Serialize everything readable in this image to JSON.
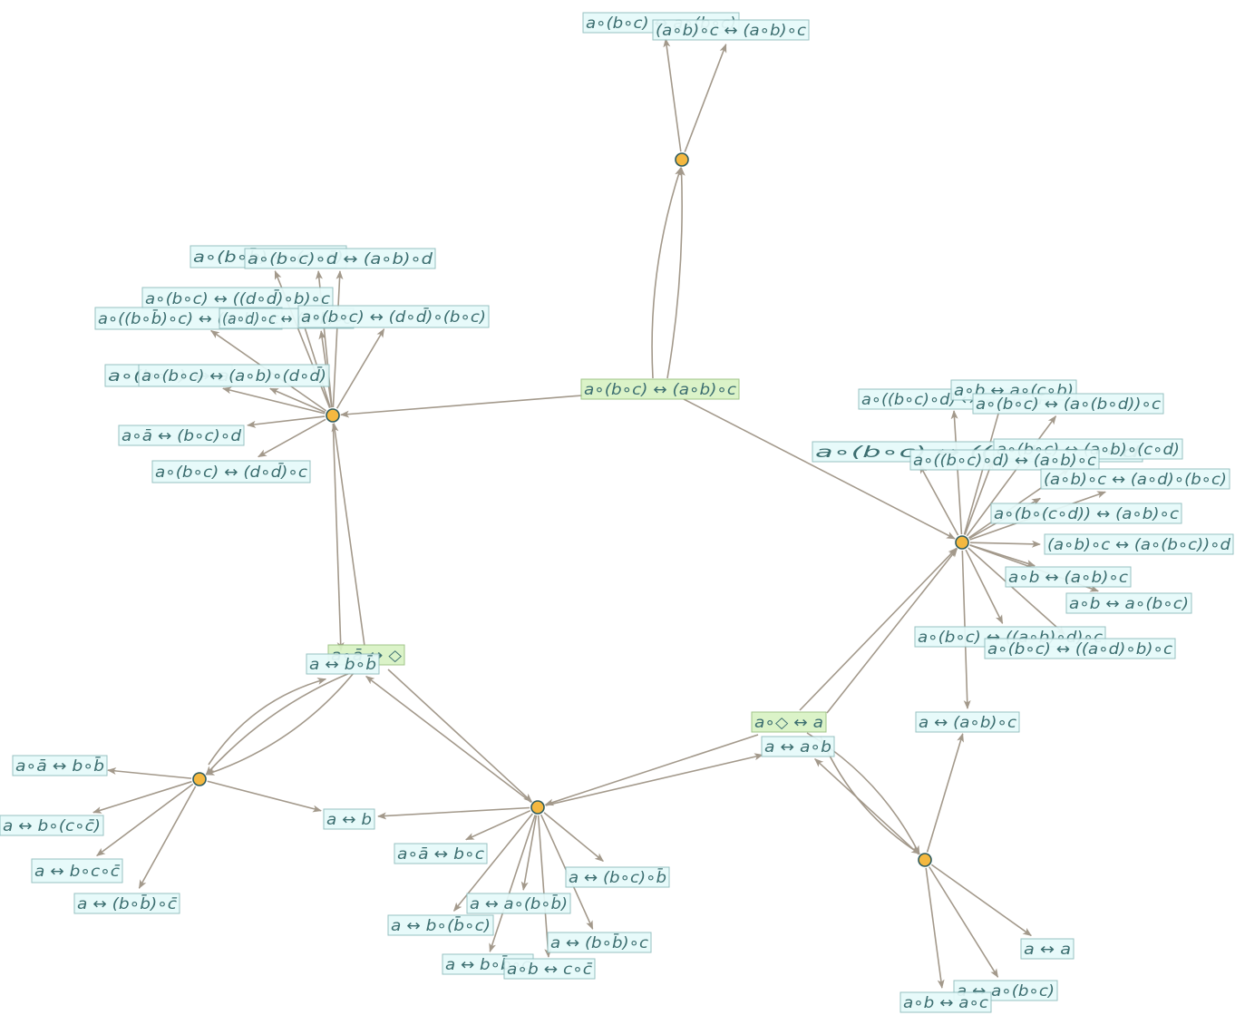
{
  "colors": {
    "edge": "#a3998b",
    "node_fill": "#f4b840",
    "node_stroke": "#2e5b5e",
    "label_fill": "#e6fafa",
    "label_stroke": "#8fbcbd",
    "source_label_fill": "#d8f2c4",
    "text": "#3c6e70"
  },
  "labels": [
    {
      "id": "L1",
      "text": "a∘(b∘c) ↔ (a∘b)∘c",
      "source": true
    },
    {
      "id": "L2",
      "text": "a∘ā ↔ ◇",
      "source": true
    },
    {
      "id": "L3",
      "text": "a∘◇ ↔ a",
      "source": true
    },
    {
      "id": "L4",
      "text": "a∘(b∘c) ↔ a∘(b∘c)"
    },
    {
      "id": "L5",
      "text": "(a∘b)∘c ↔ (a∘b)∘c"
    },
    {
      "id": "L6",
      "text": "a∘(b∘b̄) ↔ (c∘c̄)"
    },
    {
      "id": "L7",
      "text": "a∘(b∘c)∘d ↔ (a∘b)∘d"
    },
    {
      "id": "L8",
      "text": "a∘(b∘c) ↔ ((d∘d̄)∘b)∘c"
    },
    {
      "id": "L9",
      "text": "a∘((b∘b̄)∘c) ↔ (a∘b)∘c"
    },
    {
      "id": "L10",
      "text": "(a∘d)∘c ↔ (a∘b)∘c"
    },
    {
      "id": "L11",
      "text": "a∘(b∘c) ↔ (d∘d̄)∘(b∘c)"
    },
    {
      "id": "L12",
      "text": "a∘(b∘c) ↔ a"
    },
    {
      "id": "L13",
      "text": "a∘(b∘c) ↔ (a∘b)∘(d∘d̄)"
    },
    {
      "id": "L14",
      "text": "a∘ā ↔ (b∘c)∘d"
    },
    {
      "id": "L15",
      "text": "a∘(b∘c) ↔ (d∘d̄)∘c"
    },
    {
      "id": "L16",
      "text": "a∘((b∘c)∘d) ↔ (a∘b)∘d"
    },
    {
      "id": "L17",
      "text": "a∘b ↔ a∘(c∘b)"
    },
    {
      "id": "L18",
      "text": "a∘(b∘c) ↔ (a∘(b∘d))∘c"
    },
    {
      "id": "L19",
      "text": "a∘(b∘c) ↔ ((a∘b)∘c)∘d"
    },
    {
      "id": "L20",
      "text": "a∘(b∘c) ↔ (a∘b)∘(c∘d)"
    },
    {
      "id": "L21",
      "text": "a∘((b∘c)∘d) ↔ (a∘b)∘c"
    },
    {
      "id": "L22",
      "text": "(a∘b)∘c ↔ (a∘d)∘(b∘c)"
    },
    {
      "id": "L23",
      "text": "a∘(b∘(c∘d)) ↔ (a∘b)∘c"
    },
    {
      "id": "L24",
      "text": "(a∘b)∘c ↔ (a∘(b∘c))∘d"
    },
    {
      "id": "L25",
      "text": "a∘b ↔ (a∘b)∘c"
    },
    {
      "id": "L26",
      "text": "a∘b ↔ a∘(b∘c)"
    },
    {
      "id": "L27",
      "text": "a∘(b∘c) ↔ ((a∘b)∘d)∘c"
    },
    {
      "id": "L28",
      "text": "a∘(b∘c) ↔ ((a∘d)∘b)∘c"
    },
    {
      "id": "L29",
      "text": "a ↔ (a∘b)∘c"
    },
    {
      "id": "L30",
      "text": "a ↔ b∘b̄"
    },
    {
      "id": "L31",
      "text": "a ↔ a∘b"
    },
    {
      "id": "L32",
      "text": "a∘ā ↔ b∘b̄"
    },
    {
      "id": "L33",
      "text": "a ↔ b∘(c∘c̄)"
    },
    {
      "id": "L34",
      "text": "a ↔ b∘c∘c̄"
    },
    {
      "id": "L35",
      "text": "a ↔ (b∘b̄)∘c̄"
    },
    {
      "id": "L36",
      "text": "a ↔ b"
    },
    {
      "id": "L37",
      "text": "a∘ā ↔ b∘c"
    },
    {
      "id": "L38",
      "text": "a ↔ (b∘c)∘b̄"
    },
    {
      "id": "L39",
      "text": "a ↔ a∘(b∘b̄)"
    },
    {
      "id": "L40",
      "text": "a ↔ b∘(b̄∘c)"
    },
    {
      "id": "L41",
      "text": "a ↔ (b∘b̄)∘c"
    },
    {
      "id": "L42",
      "text": "a ↔ b∘b̄∘c"
    },
    {
      "id": "L43",
      "text": "a∘b ↔ c∘c̄"
    },
    {
      "id": "L44",
      "text": "a ↔ a"
    },
    {
      "id": "L45",
      "text": "a ↔ a∘(b∘c)"
    },
    {
      "id": "L46",
      "text": "a∘b ↔ a∘c"
    }
  ]
}
